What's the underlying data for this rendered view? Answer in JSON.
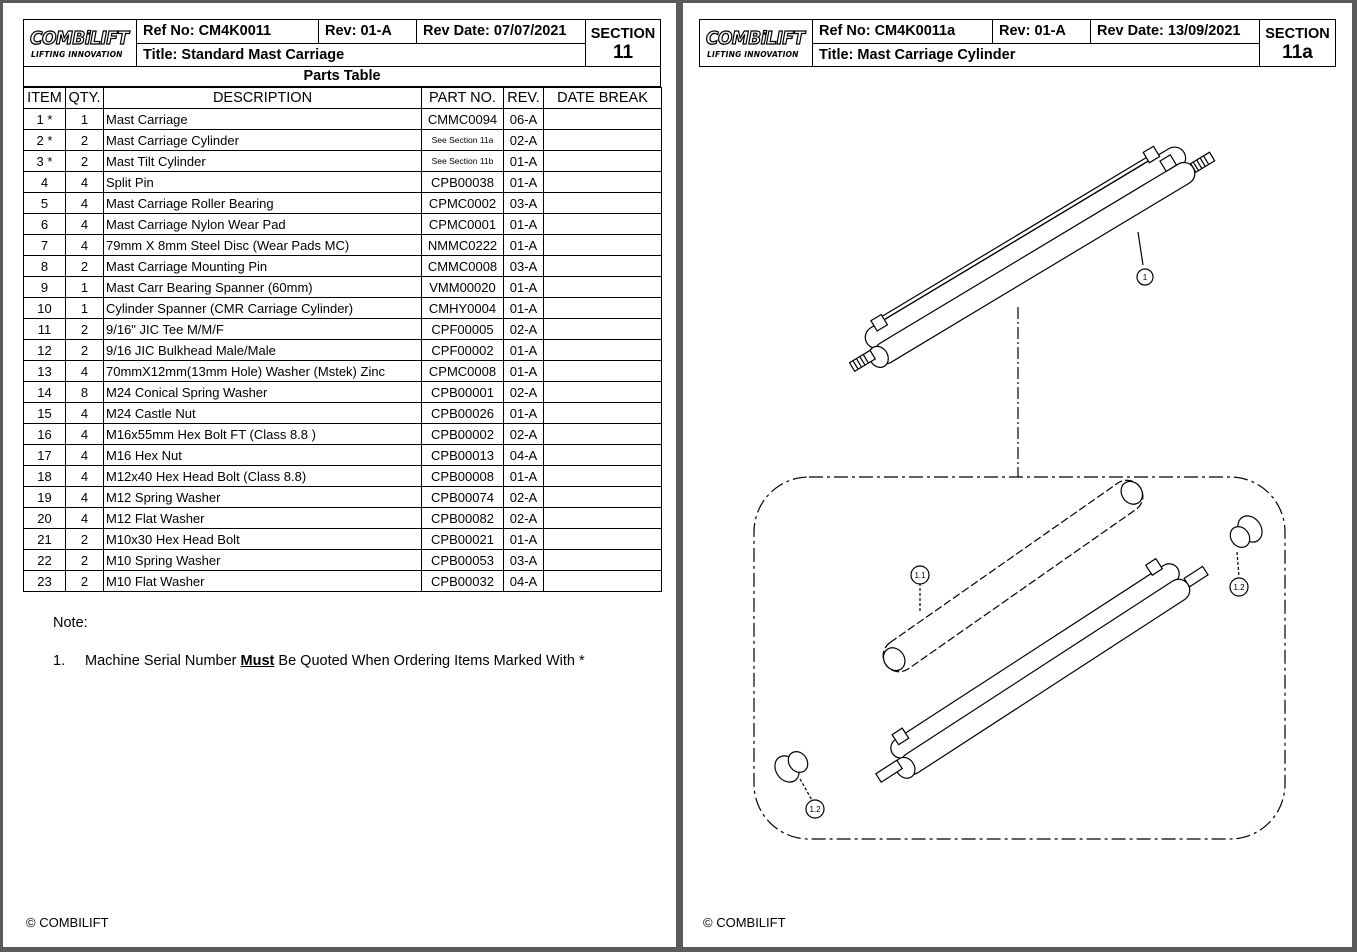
{
  "left_page": {
    "logo": {
      "main": "COMBiLIFT",
      "sub": "LIFTING INNOVATION"
    },
    "ref_no": "Ref No: CM4K0011",
    "rev": "Rev: 01-A",
    "rev_date": "Rev Date: 07/07/2021",
    "title": "Title: Standard Mast Carriage",
    "section_label": "SECTION",
    "section_number": "11",
    "parts_table": {
      "title": "Parts Table",
      "columns": [
        "ITEM",
        "QTY.",
        "DESCRIPTION",
        "PART NO.",
        "REV.",
        "DATE BREAK"
      ],
      "rows": [
        {
          "item": "1 *",
          "qty": "1",
          "description": "Mast Carriage",
          "part_no": "CMMC0094",
          "rev": "06-A",
          "date_break": ""
        },
        {
          "item": "2 *",
          "qty": "2",
          "description": "Mast Carriage Cylinder",
          "part_no": "See Section 11a",
          "rev": "02-A",
          "date_break": ""
        },
        {
          "item": "3 *",
          "qty": "2",
          "description": "Mast Tilt Cylinder",
          "part_no": "See Section 11b",
          "rev": "01-A",
          "date_break": ""
        },
        {
          "item": "4",
          "qty": "4",
          "description": "Split Pin",
          "part_no": "CPB00038",
          "rev": "01-A",
          "date_break": ""
        },
        {
          "item": "5",
          "qty": "4",
          "description": "Mast Carriage Roller Bearing",
          "part_no": "CPMC0002",
          "rev": "03-A",
          "date_break": ""
        },
        {
          "item": "6",
          "qty": "4",
          "description": "Mast Carriage Nylon Wear Pad",
          "part_no": "CPMC0001",
          "rev": "01-A",
          "date_break": ""
        },
        {
          "item": "7",
          "qty": "4",
          "description": "79mm X 8mm Steel Disc (Wear Pads MC)",
          "part_no": "NMMC0222",
          "rev": "01-A",
          "date_break": ""
        },
        {
          "item": "8",
          "qty": "2",
          "description": "Mast Carriage Mounting Pin",
          "part_no": "CMMC0008",
          "rev": "03-A",
          "date_break": ""
        },
        {
          "item": "9",
          "qty": "1",
          "description": "Mast Carr Bearing Spanner (60mm)",
          "part_no": "VMM00020",
          "rev": "01-A",
          "date_break": ""
        },
        {
          "item": "10",
          "qty": "1",
          "description": "Cylinder Spanner (CMR Carriage Cylinder)",
          "part_no": "CMHY0004",
          "rev": "01-A",
          "date_break": ""
        },
        {
          "item": "11",
          "qty": "2",
          "description": "9/16\" JIC Tee M/M/F",
          "part_no": "CPF00005",
          "rev": "02-A",
          "date_break": ""
        },
        {
          "item": "12",
          "qty": "2",
          "description": "9/16 JIC Bulkhead Male/Male",
          "part_no": "CPF00002",
          "rev": "01-A",
          "date_break": ""
        },
        {
          "item": "13",
          "qty": "4",
          "description": "70mmX12mm(13mm Hole) Washer (Mstek) Zinc",
          "part_no": "CPMC0008",
          "rev": "01-A",
          "date_break": ""
        },
        {
          "item": "14",
          "qty": "8",
          "description": "M24 Conical Spring Washer",
          "part_no": "CPB00001",
          "rev": "02-A",
          "date_break": ""
        },
        {
          "item": "15",
          "qty": "4",
          "description": "M24 Castle Nut",
          "part_no": "CPB00026",
          "rev": "01-A",
          "date_break": ""
        },
        {
          "item": "16",
          "qty": "4",
          "description": "M16x55mm Hex Bolt FT (Class 8.8 )",
          "part_no": "CPB00002",
          "rev": "02-A",
          "date_break": ""
        },
        {
          "item": "17",
          "qty": "4",
          "description": "M16 Hex Nut",
          "part_no": "CPB00013",
          "rev": "04-A",
          "date_break": ""
        },
        {
          "item": "18",
          "qty": "4",
          "description": "M12x40 Hex Head Bolt (Class 8.8)",
          "part_no": "CPB00008",
          "rev": "01-A",
          "date_break": ""
        },
        {
          "item": "19",
          "qty": "4",
          "description": "M12 Spring Washer",
          "part_no": "CPB00074",
          "rev": "02-A",
          "date_break": ""
        },
        {
          "item": "20",
          "qty": "4",
          "description": "M12 Flat Washer",
          "part_no": "CPB00082",
          "rev": "02-A",
          "date_break": ""
        },
        {
          "item": "21",
          "qty": "2",
          "description": "M10x30 Hex Head Bolt",
          "part_no": "CPB00021",
          "rev": "01-A",
          "date_break": ""
        },
        {
          "item": "22",
          "qty": "2",
          "description": "M10 Spring Washer",
          "part_no": "CPB00053",
          "rev": "03-A",
          "date_break": ""
        },
        {
          "item": "23",
          "qty": "2",
          "description": "M10 Flat Washer",
          "part_no": "CPB00032",
          "rev": "04-A",
          "date_break": ""
        }
      ]
    },
    "note": {
      "label": "Note:",
      "number": "1.",
      "text_before": "Machine Serial Number ",
      "emphasis": "Must",
      "text_after": " Be Quoted When Ordering Items Marked With *"
    },
    "copyright": "© COMBILIFT"
  },
  "right_page": {
    "logo": {
      "main": "COMBiLIFT",
      "sub": "LIFTING INNOVATION"
    },
    "ref_no": "Ref No: CM4K0011a",
    "rev": "Rev: 01-A",
    "rev_date": "Rev Date: 13/09/2021",
    "title": "Title: Mast Carriage Cylinder",
    "section_label": "SECTION",
    "section_number": "11a",
    "callouts": {
      "assembly": "1",
      "tube": "1.1",
      "gland_right": "1.2",
      "gland_left": "1.2"
    },
    "copyright": "© COMBILIFT"
  },
  "colors": {
    "background": "#5a5a5a",
    "page": "#ffffff",
    "ink": "#000000"
  }
}
